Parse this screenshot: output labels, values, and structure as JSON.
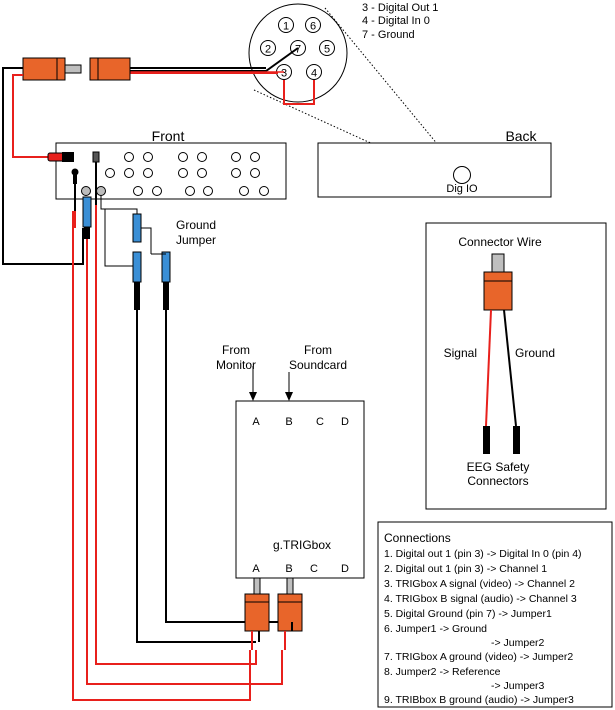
{
  "din_legend": [
    "3 - Digital Out 1",
    "4 - Digital In 0",
    "7 - Ground"
  ],
  "din_pins": [
    "1",
    "6",
    "2",
    "7",
    "5",
    "3",
    "4"
  ],
  "front_label": "Front",
  "back_label": "Back",
  "dig_io_label": "Dig IO",
  "ground_jumper_label": [
    "Ground",
    "Jumper"
  ],
  "from_monitor_label": [
    "From",
    "Monitor"
  ],
  "from_soundcard_label": [
    "From",
    "Soundcard"
  ],
  "trigbox": {
    "title": "g.TRIGbox",
    "top_ports": [
      "A",
      "B",
      "C",
      "D"
    ],
    "bottom_ports": [
      "A",
      "B",
      "C",
      "D"
    ]
  },
  "connector_wire": {
    "title": "Connector Wire",
    "signal_label": "Signal",
    "ground_label": "Ground",
    "eeg_label": [
      "EEG Safety",
      "Connectors"
    ]
  },
  "connections": {
    "title": "Connections",
    "items": [
      "1. Digital out 1 (pin 3) -> Digital In 0 (pin 4)",
      "2. Digital out 1 (pin 3) -> Channel 1",
      "3. TRIGbox A signal (video) -> Channel 2",
      "4. TRIGbox B signal (audio) -> Channel 3",
      "5. Digital Ground (pin 7) -> Jumper1",
      "6. Jumper1 -> Ground",
      "-> Jumper2",
      "7. TRIGbox A ground (video) -> Jumper2",
      "8. Jumper2 -> Reference",
      "-> Jumper3",
      "9. TRIBbox B ground (audio) -> Jumper3"
    ]
  },
  "colors": {
    "wire_red": "#e8201c",
    "wire_black": "#000000",
    "plug_orange": "#e8652a",
    "jumper_blue": "#3a8fd6"
  }
}
